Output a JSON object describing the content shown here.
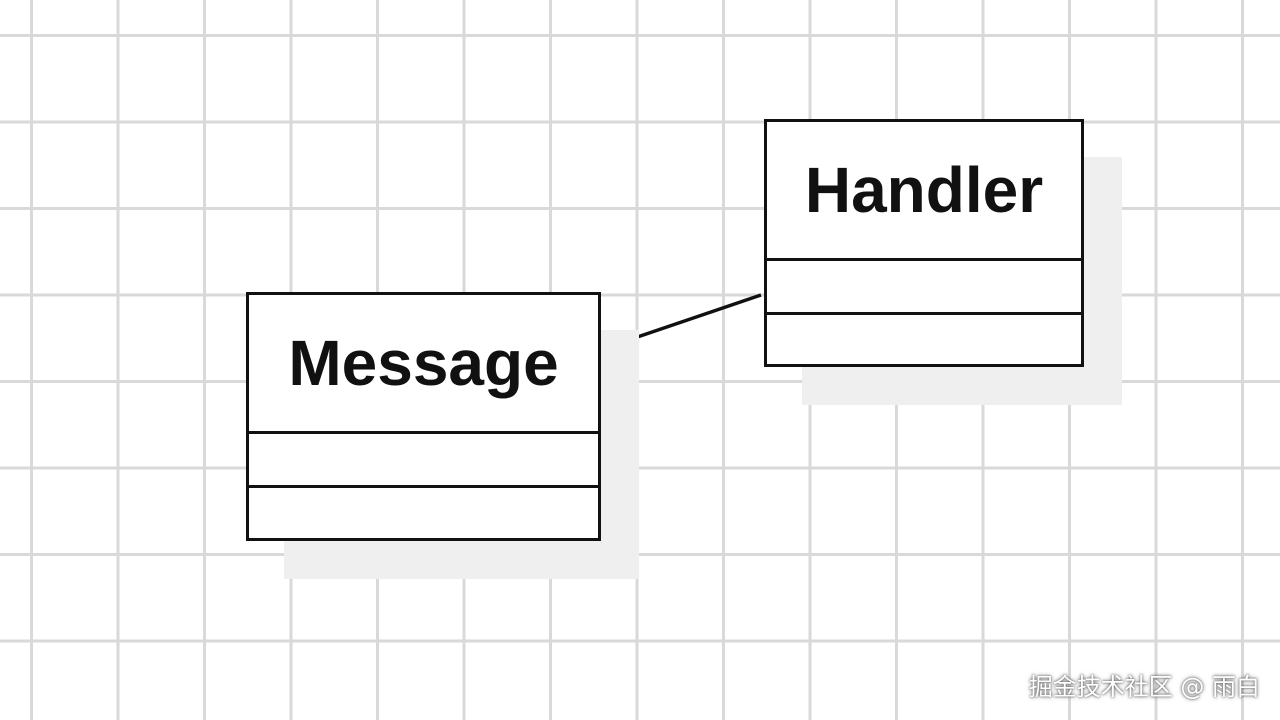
{
  "diagram": {
    "classes": [
      {
        "id": "message",
        "name": "Message"
      },
      {
        "id": "handler",
        "name": "Handler"
      }
    ],
    "relations": [
      {
        "from": "Message",
        "to": "Handler",
        "type": "association"
      }
    ]
  },
  "watermark": "掘金技术社区 @ 雨白",
  "colors": {
    "grid": "#d9d9d9",
    "stroke": "#111111",
    "shadow": "#efefef"
  }
}
